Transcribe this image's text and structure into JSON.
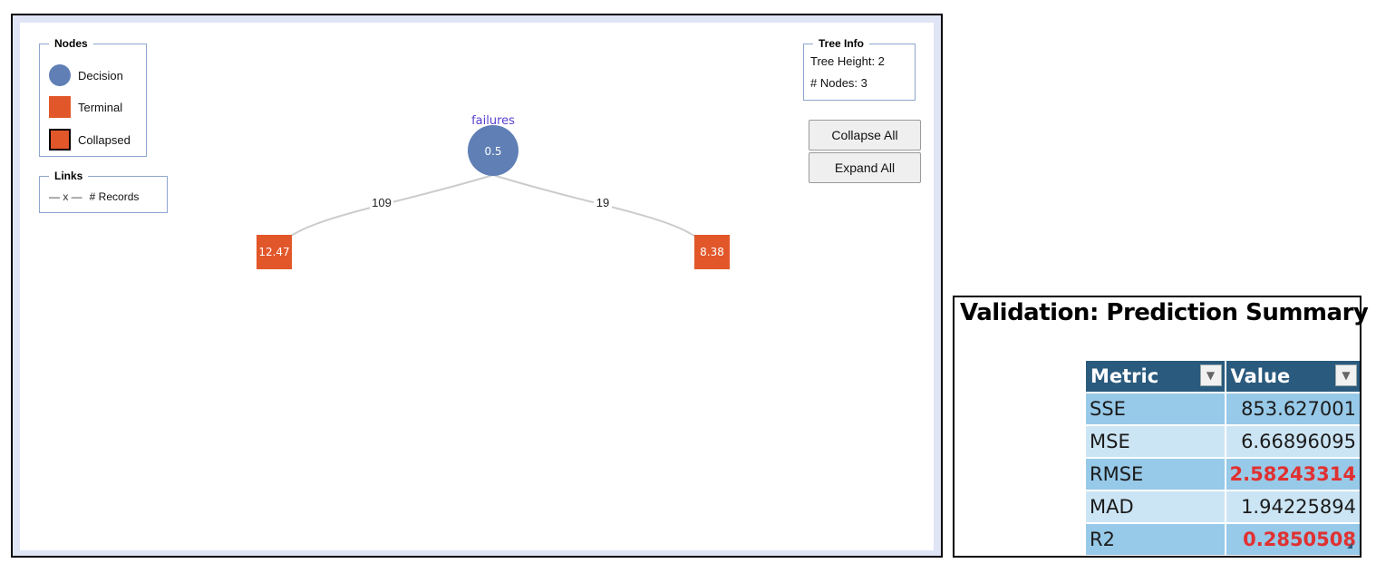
{
  "tree": {
    "legend_nodes": {
      "title": "Nodes",
      "items": [
        {
          "shape": "circle",
          "label": "Decision"
        },
        {
          "shape": "square",
          "label": "Terminal"
        },
        {
          "shape": "square-outlined",
          "label": "Collapsed"
        }
      ]
    },
    "legend_links": {
      "title": "Links",
      "line_label": "— x —",
      "records_label": "# Records"
    },
    "tree_info": {
      "title": "Tree Info",
      "height_label": "Tree Height: 2",
      "nodes_label": "# Nodes: 3"
    },
    "buttons": {
      "collapse_all": "Collapse All",
      "expand_all": "Expand All"
    },
    "root": {
      "label": "failures",
      "value": "0.5"
    },
    "children": [
      {
        "value": "12.47",
        "records": "109"
      },
      {
        "value": "8.38",
        "records": "19"
      }
    ],
    "colors": {
      "decision": "#5f7fb5",
      "terminal": "#e2572a",
      "split_label": "#5b3fd0",
      "link": "#cccccc"
    }
  },
  "summary": {
    "title": "Validation: Prediction Summary",
    "headers": [
      "Metric",
      "Value"
    ],
    "rows": [
      {
        "metric": "SSE",
        "value": "853.627001",
        "highlight": false
      },
      {
        "metric": "MSE",
        "value": "6.66896095",
        "highlight": false
      },
      {
        "metric": "RMSE",
        "value": "2.58243314",
        "highlight": true
      },
      {
        "metric": "MAD",
        "value": "1.94225894",
        "highlight": false
      },
      {
        "metric": "R2",
        "value": "0.2850508",
        "highlight": true
      }
    ],
    "colors": {
      "header": "#2a5a7d",
      "row_dark": "#97c9e8",
      "row_light": "#cce5f4",
      "highlight": "#e03131"
    }
  }
}
